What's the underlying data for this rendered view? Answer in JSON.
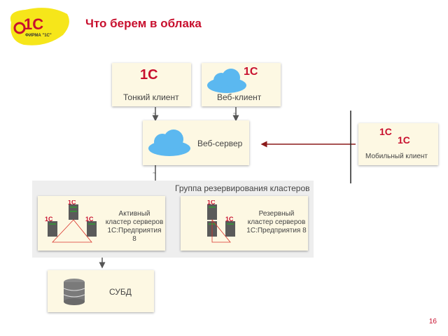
{
  "header": {
    "title": "Что берем в облака",
    "logo_text": "1С",
    "logo_sub": "ФИРМА \"1С\""
  },
  "boxes": {
    "thin_client": "Тонкий клиент",
    "web_client": "Веб-клиент",
    "web_server": "Веб-сервер",
    "mobile_client": "Мобильный клиент",
    "active_cluster": [
      "Активный",
      "кластер серверов",
      "1С:Предприятия 8"
    ],
    "backup_cluster": [
      "Резервный",
      "кластер серверов",
      "1С:Предприятия 8"
    ],
    "dbms": "СУБД"
  },
  "group_label": "Группа резервирования кластеров",
  "page_number": "16",
  "colors": {
    "title": "#c8102e",
    "box": "#fdf8e3",
    "arrow_dark": "#555555",
    "arrow_red": "#8b1a1a",
    "cloud": "#5bb8f0"
  }
}
